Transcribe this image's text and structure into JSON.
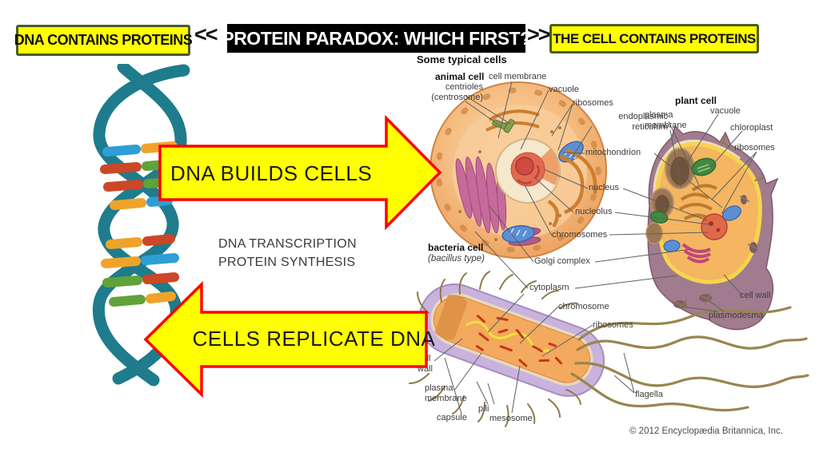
{
  "header": {
    "left_box": "DNA CONTAINS PROTEINS",
    "chevrons_left": "<<",
    "title": "PROTEIN PARADOX: WHICH FIRST?",
    "chevrons_right": ">>",
    "right_box": "THE CELL CONTAINS PROTEINS"
  },
  "flow": {
    "arrow_right_label": "DNA BUILDS CELLS",
    "middle_line1": "DNA TRANSCRIPTION",
    "middle_line2": "PROTEIN SYNTHESIS",
    "arrow_left_label": "CELLS REPLICATE DNA"
  },
  "colors": {
    "highlight_yellow": "#ffff00",
    "box_border_olive": "#4b5c22",
    "arrow_border_red": "#ff0000",
    "title_bg": "#000000",
    "dna_strand_teal": "#1e7c8c",
    "dna_rung_red": "#cc4727",
    "dna_rung_green": "#5fa33a",
    "dna_rung_blue": "#2d9fd6",
    "dna_rung_orange": "#f0a32a"
  },
  "diagram": {
    "title": "Some typical cells",
    "animal": {
      "title": "animal cell",
      "labels": {
        "centrioles": "centrioles\n(centrosome)",
        "cell_membrane": "cell membrane",
        "vacuole": "vacuole",
        "ribosomes": "ribosomes",
        "endoplasmic_reticulum": "endoplasmic\nreticulum",
        "mitochondrion": "mitochondrion",
        "nucleus": "nucleus",
        "nucleolus": "nucleolus",
        "chromosomes": "chromosomes",
        "golgi_complex": "Golgi complex",
        "cytoplasm": "cytoplasm"
      }
    },
    "plant": {
      "title": "plant cell",
      "labels": {
        "plasma_membrane": "plasma\nmembrane",
        "vacuole": "vacuole",
        "chloroplast": "chloroplast",
        "ribosomes": "ribosomes",
        "cell_wall": "cell wall",
        "plasmodesma": "plasmodesma"
      }
    },
    "bacteria": {
      "title": "bacteria cell",
      "subtitle": "(bacillus type)",
      "labels": {
        "chromosome": "chromosome",
        "ribosomes": "ribosomes",
        "cell_wall": "cell\nwall",
        "plasma_membrane": "plasma\nmembrane",
        "capsule": "capsule",
        "pili": "pili",
        "mesosome": "mesosome",
        "flagella": "flagella"
      }
    },
    "credit": "© 2012 Encyclopædia Britannica, Inc."
  }
}
